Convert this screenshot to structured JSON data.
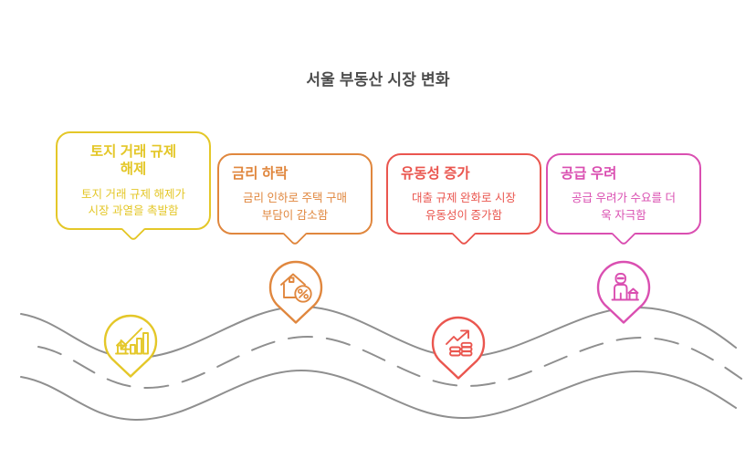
{
  "page": {
    "title": "서울 부동산 시장 변화"
  },
  "colors": {
    "background": "#ffffff",
    "page_title": "#4d4d4d",
    "road": "#8f8f8f"
  },
  "road": {
    "style": "wavy two-lane road with dashed center line",
    "lanes": 2
  },
  "callouts": [
    {
      "title": "토지 거래 규제\n해제",
      "body": "토지 거래 규제 해제가\n시장 과열을 촉발함",
      "color": "#e4c728",
      "icon": "declining-market-chart-icon"
    },
    {
      "title": "금리 하락",
      "body": "금리 인하로 주택 구매\n부담이 감소함",
      "color": "#e0873e",
      "icon": "house-percent-icon"
    },
    {
      "title": "유동성 증가",
      "body": "대출 규제 완화로 시장\n유동성이 증가함",
      "color": "#ea564f",
      "icon": "rising-coins-chart-icon"
    },
    {
      "title": "공급 우려",
      "body": "공급 우려가 수요를 더\n욱 자극함",
      "color": "#da4fb1",
      "icon": "person-house-icon"
    }
  ]
}
